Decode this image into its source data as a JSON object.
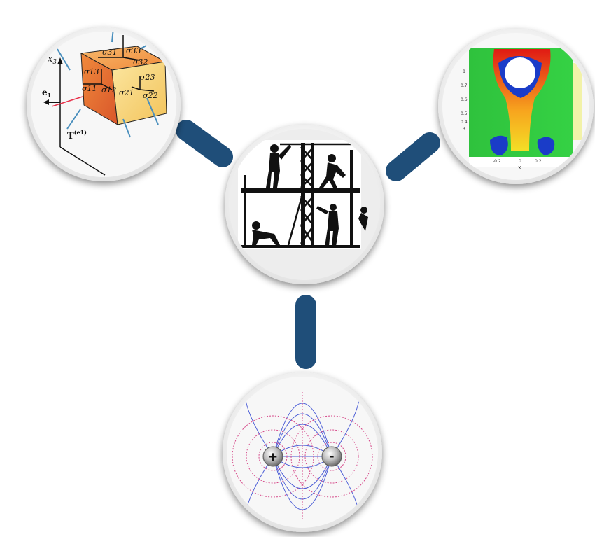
{
  "colors": {
    "connector": "#1f4e79",
    "circle_fill": "#f4f4f4",
    "circle_rim": "#ffffff"
  },
  "stress_cube": {
    "axis_label": "x3",
    "basis_label": "e1",
    "traction_label": "T(e1)",
    "components": [
      "σ31",
      "σ33",
      "σ32",
      "σ13",
      "σ23",
      "σ11",
      "σ12",
      "σ21",
      "σ22"
    ],
    "icon": "stress-tensor-cube"
  },
  "workers": {
    "icon": "construction-workers-scaffold"
  },
  "cfd": {
    "icon": "fluid-flow-contour",
    "ticks_y": [
      "8",
      "0.7",
      "0.6",
      "0.5",
      "0.4",
      "3"
    ],
    "ticks_x": [
      "-0.2",
      "0",
      "0.2"
    ],
    "xlabel": "X"
  },
  "dipole": {
    "icon": "electric-dipole-field",
    "positive_label": "+",
    "negative_label": "-"
  }
}
